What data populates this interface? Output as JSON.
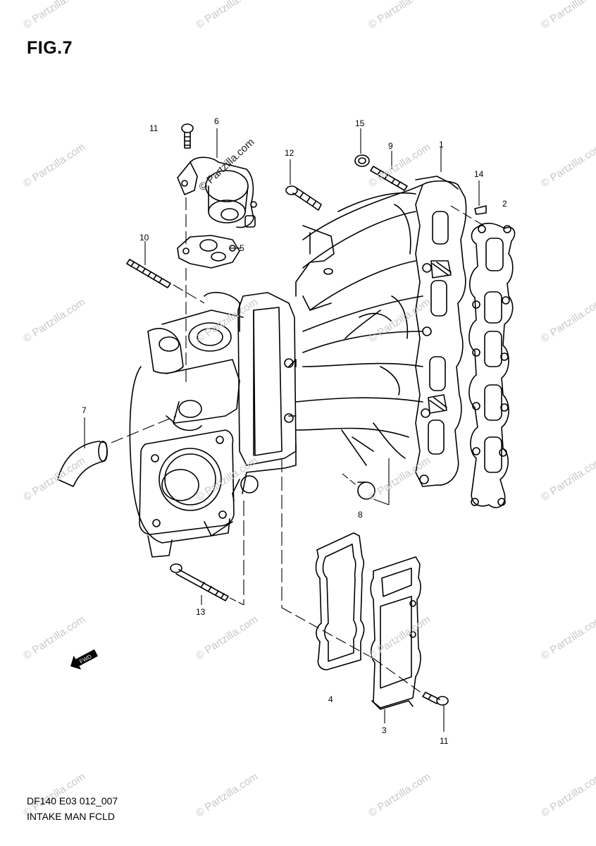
{
  "figure": {
    "title": "FIG.7"
  },
  "footer": {
    "code": "DF140 E03 012_007",
    "name": "INTAKE MAN FCLD"
  },
  "callouts": {
    "c1": "1",
    "c2": "2",
    "c3": "3",
    "c4": "4",
    "c5": "5",
    "c6": "6",
    "c7": "7",
    "c8": "8",
    "c9": "9",
    "c10": "10",
    "c11a": "11",
    "c11b": "11",
    "c12": "12",
    "c13": "13",
    "c14": "14",
    "c15": "15"
  },
  "watermark": {
    "text": "© Partzilla.com"
  },
  "icons": {
    "front_arrow": "front-direction-arrow-icon"
  }
}
